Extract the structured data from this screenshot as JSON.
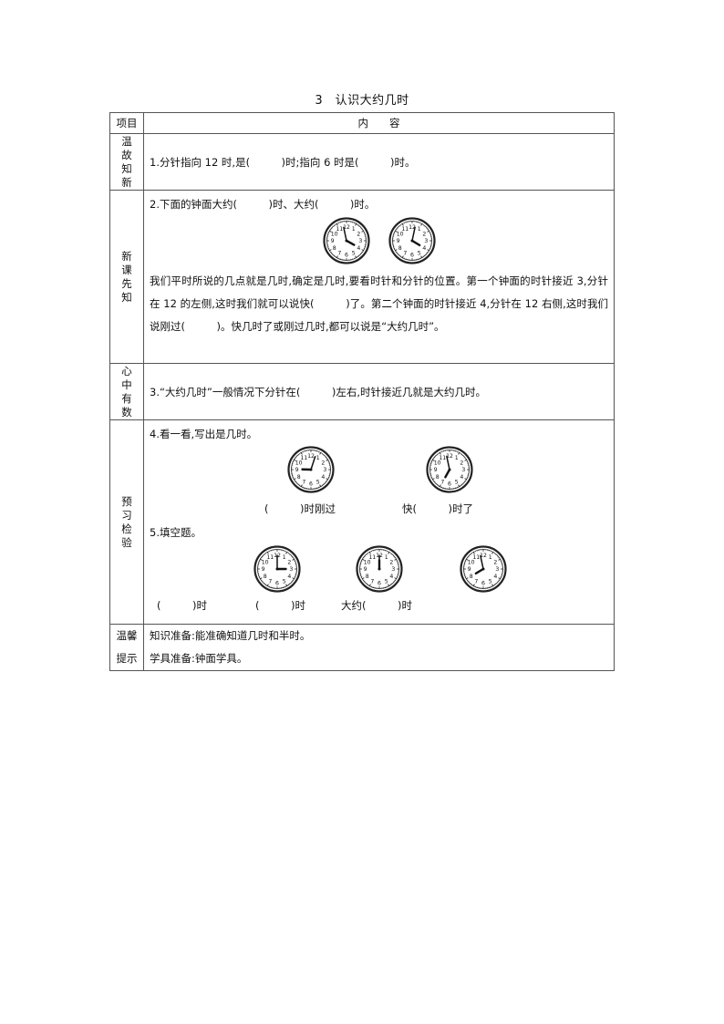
{
  "title": "3　认识大约几时",
  "header": {
    "col1": "项目",
    "col2": "内　　容"
  },
  "sections": {
    "review": {
      "label": "温故知新",
      "text": "1.分针指向 12 时,是(　　　)时;指向 6 时是(　　　)时。"
    },
    "preview": {
      "label": "新课先知",
      "q": "2.下面的钟面大约(　　　)时、大约(　　　)时。",
      "clocks": [
        {
          "hour": 3,
          "minute": 58
        },
        {
          "hour": 4,
          "minute": 2
        }
      ],
      "para": "我们平时所说的几点就是几时,确定是几时,要看时针和分针的位置。第一个钟面的时针接近 3,分针在 12 的左侧,这时我们就可以说快(　　　)了。第二个钟面的时针接近 4,分针在 12 右侧,这时我们说刚过(　　　)。快几时了或刚过几时,都可以说是“大约几时”。"
    },
    "keypoint": {
      "label": "心中有数",
      "text": "3.“大约几时”一般情况下分针在(　　　)左右,时针接近几就是大约几时。"
    },
    "practice": {
      "label": "预习检验",
      "q4": "4.看一看,写出是几时。",
      "q4_clocks": [
        {
          "hour": 9,
          "minute": 3
        },
        {
          "hour": 6,
          "minute": 58
        }
      ],
      "q4_captions": [
        "(　　　)时刚过",
        "快(　　　)时了"
      ],
      "q5": "5.填空题。",
      "q5_clocks": [
        {
          "hour": 3,
          "minute": 0
        },
        {
          "hour": 12,
          "minute": 0
        },
        {
          "hour": 7,
          "minute": 58
        }
      ],
      "q5_captions": [
        "(　　　)时",
        "(　　　)时",
        "大约(　　　)时"
      ]
    },
    "tips": {
      "label_line1": "温馨",
      "label_line2": "提示",
      "line1": "知识准备:能准确知道几时和半时。",
      "line2": "学具准备:钟面学具。"
    }
  }
}
